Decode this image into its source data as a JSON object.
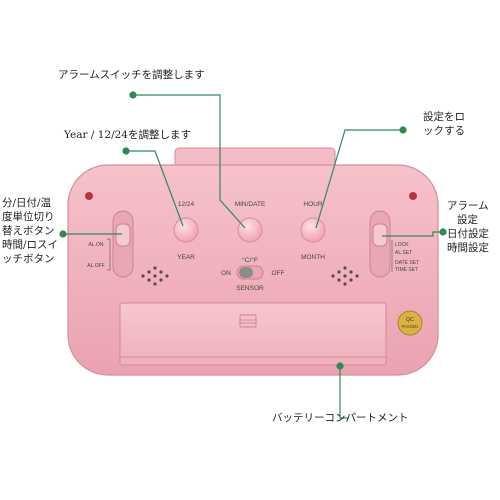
{
  "callouts": {
    "alarm_switch": "アラームスイッチを調整します",
    "year_1224": "Year / 12/24を調整します",
    "settings_lock_line1": "設定をロ",
    "settings_lock_line2": "ックする",
    "left_lines": [
      "分/日付/温",
      "度単位切り",
      "替えボタン",
      "時間/ロスイ",
      "ッチボタン"
    ],
    "right_lines": [
      "アラーム",
      "設定",
      "日付設定",
      "時間設定"
    ],
    "battery": "バッテリーコンパートメント"
  },
  "device": {
    "btn_top": {
      "left": "12/24",
      "mid": "MIN/DATE",
      "right": "HOUR"
    },
    "btn_bottom": {
      "left": "YEAR",
      "right": "MONTH"
    },
    "unit": "°C/°F",
    "on": "ON",
    "off": "OFF",
    "sensor": "SENSOR",
    "al_on": "AL.ON",
    "al_off": "AL.OFF",
    "lock": "LOCK",
    "al_set": "AL.SET",
    "date_set": "DATE SET",
    "time_set": "TIME SET",
    "qc_line1": "QC",
    "qc_line2": "PASSED"
  },
  "colors": {
    "body": "#f2b6c0",
    "callout_line": "#2e8b57"
  }
}
